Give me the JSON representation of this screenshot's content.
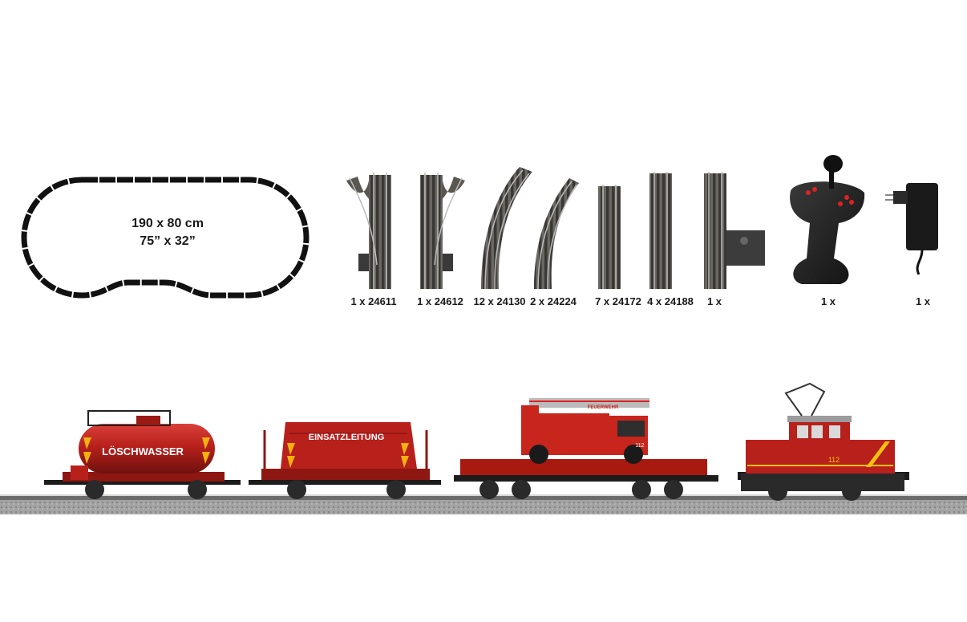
{
  "layout_dimensions": {
    "metric": "190 x 80 cm",
    "imperial": "75” x 32”"
  },
  "components": [
    {
      "name": "left-turnout",
      "label": "1 x 24611"
    },
    {
      "name": "right-turnout",
      "label": "1 x 24612"
    },
    {
      "name": "curved-track-24130",
      "label": "12 x 24130"
    },
    {
      "name": "curved-track-24224",
      "label": "2 x 24224"
    },
    {
      "name": "straight-track-24172",
      "label": "7 x 24172"
    },
    {
      "name": "straight-track-24188",
      "label": "4 x 24188"
    },
    {
      "name": "feeder-track",
      "label": "1 x"
    },
    {
      "name": "controller",
      "label": "1 x"
    },
    {
      "name": "power-adapter",
      "label": "1 x"
    }
  ],
  "train": {
    "tank_car_text": "LÖSCHWASSER",
    "flat_car_text": "EINSATZLEITUNG",
    "truck_text": "FEUERWEHR",
    "truck_number": "112",
    "loco_number": "112"
  },
  "colors": {
    "red": "#b8201c",
    "dark_red": "#8a1410",
    "track": "#4a4a4a",
    "ballast": "#9a9a9a"
  }
}
